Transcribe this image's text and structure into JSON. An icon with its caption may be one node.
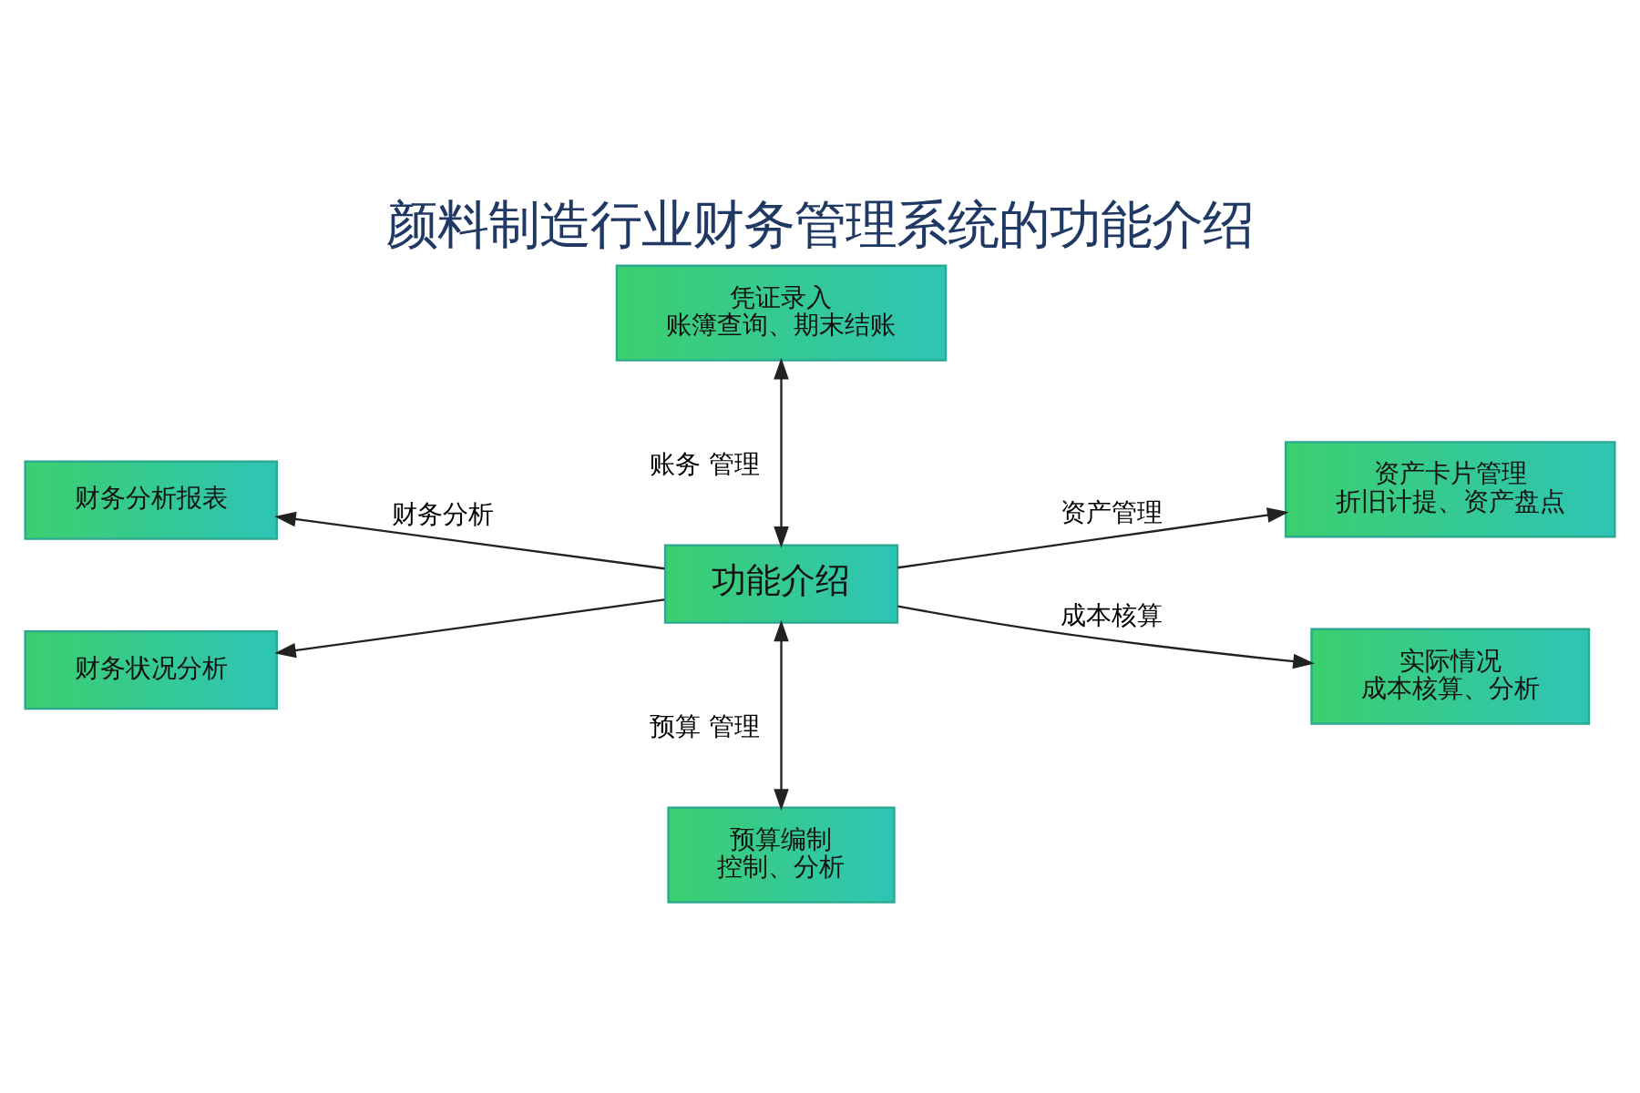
{
  "diagram": {
    "title": "颜料制造行业财务管理系统的功能介绍",
    "nodes": [
      {
        "text": [
          "功能介绍"
        ]
      },
      {
        "text": [
          "凭证录入",
          "账簿查询、期末结账"
        ]
      },
      {
        "text": [
          "财务分析报表"
        ]
      },
      {
        "text": [
          "财务状况分析"
        ]
      },
      {
        "text": [
          "资产卡片管理",
          "折旧计提、资产盘点"
        ]
      },
      {
        "text": [
          "实际情况",
          "成本核算、分析"
        ]
      },
      {
        "text": [
          "预算编制",
          "控制、分析"
        ]
      }
    ],
    "edges": [
      {
        "from": 0,
        "to": 1,
        "arrow": "both",
        "label": "账务 管理"
      },
      {
        "from": 0,
        "to": 6,
        "arrow": "both",
        "label": "预算 管理"
      },
      {
        "from": 0,
        "to": 2,
        "arrow": "to",
        "label": "财务分析"
      },
      {
        "from": 0,
        "to": 3,
        "arrow": "to"
      },
      {
        "from": 0,
        "to": 4,
        "arrow": "to",
        "label": "资产管理"
      },
      {
        "from": 0,
        "to": 5,
        "arrow": "to",
        "label": "成本核算"
      }
    ]
  }
}
